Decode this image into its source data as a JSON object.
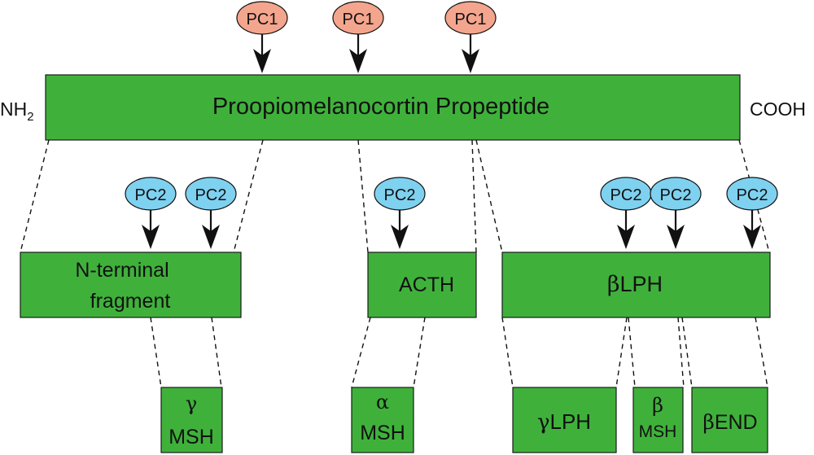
{
  "main_label": "Proopiomelanocortin Propeptide",
  "n_term": "NH",
  "n_term_sub": "2",
  "c_term": "COOH",
  "pc1_label": "PC1",
  "pc2_label": "PC2",
  "mid_boxes": {
    "nterminal_line1": "N-terminal",
    "nterminal_line2": "fragment",
    "acth": "ACTH",
    "blph_greek": "β",
    "blph_text": "LPH"
  },
  "bottom_boxes": {
    "gmsh_greek": "γ",
    "gmsh_text": "MSH",
    "amsh_greek": "α",
    "amsh_text": "MSH",
    "glph_greek": "γ",
    "glph_text": "LPH",
    "bmsh_greek": "β",
    "bmsh_text": "MSH",
    "bend_greek": "β",
    "bend_text": "END"
  },
  "colors": {
    "box_green": "#3fb13b",
    "pc1_fill": "#f4a58e",
    "pc2_fill": "#7fd1f0"
  }
}
